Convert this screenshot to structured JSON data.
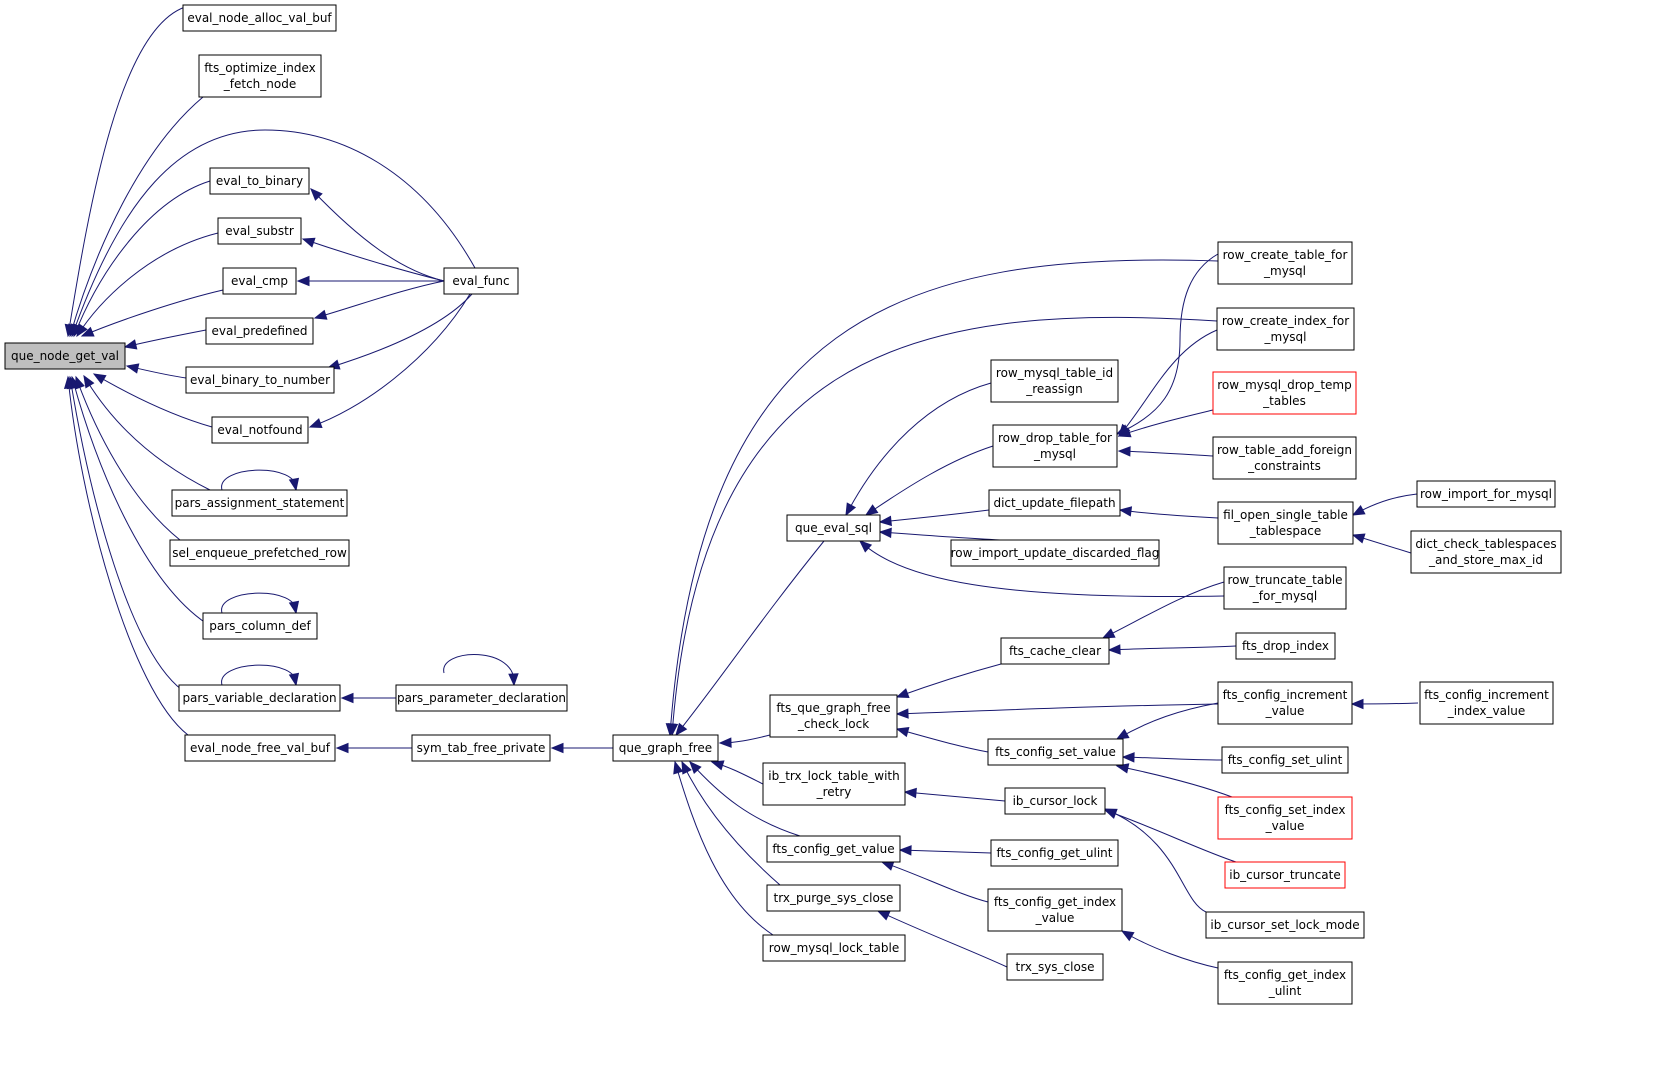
{
  "colors": {
    "edge": "#191970",
    "root_fill": "#bfbfbf",
    "truncated_border": "#ff0000",
    "node_border": "#000000"
  },
  "nodes": {
    "n_root": {
      "lines": [
        "que_node_get_val"
      ],
      "root": true
    },
    "n_alloc": {
      "lines": [
        "eval_node_alloc_val_buf"
      ]
    },
    "n_fts_opt": {
      "lines": [
        "fts_optimize_index",
        "_fetch_node"
      ]
    },
    "n_to_bin": {
      "lines": [
        "eval_to_binary"
      ]
    },
    "n_substr": {
      "lines": [
        "eval_substr"
      ]
    },
    "n_cmp": {
      "lines": [
        "eval_cmp"
      ]
    },
    "n_predef": {
      "lines": [
        "eval_predefined"
      ]
    },
    "n_bin_num": {
      "lines": [
        "eval_binary_to_number"
      ]
    },
    "n_notfound": {
      "lines": [
        "eval_notfound"
      ]
    },
    "n_pars_assign": {
      "lines": [
        "pars_assignment_statement"
      ]
    },
    "n_sel_enq": {
      "lines": [
        "sel_enqueue_prefetched_row"
      ]
    },
    "n_pars_col": {
      "lines": [
        "pars_column_def"
      ]
    },
    "n_pars_var": {
      "lines": [
        "pars_variable_declaration"
      ]
    },
    "n_free_val": {
      "lines": [
        "eval_node_free_val_buf"
      ]
    },
    "n_eval_func": {
      "lines": [
        "eval_func"
      ]
    },
    "n_pars_param": {
      "lines": [
        "pars_parameter_declaration"
      ]
    },
    "n_sym_tab": {
      "lines": [
        "sym_tab_free_private"
      ]
    },
    "n_que_graph": {
      "lines": [
        "que_graph_free"
      ]
    },
    "n_que_eval": {
      "lines": [
        "que_eval_sql"
      ]
    },
    "n_fts_qgf": {
      "lines": [
        "fts_que_graph_free",
        "_check_lock"
      ]
    },
    "n_ib_trx": {
      "lines": [
        "ib_trx_lock_table_with",
        "_retry"
      ]
    },
    "n_fts_cfg_get": {
      "lines": [
        "fts_config_get_value"
      ]
    },
    "n_trx_purge": {
      "lines": [
        "trx_purge_sys_close"
      ]
    },
    "n_row_lock": {
      "lines": [
        "row_mysql_lock_table"
      ]
    },
    "n_row_reassign": {
      "lines": [
        "row_mysql_table_id",
        "_reassign"
      ]
    },
    "n_row_drop": {
      "lines": [
        "row_drop_table_for",
        "_mysql"
      ]
    },
    "n_dict_upd": {
      "lines": [
        "dict_update_filepath"
      ]
    },
    "n_row_imp_upd": {
      "lines": [
        "row_import_update_discarded_flag"
      ]
    },
    "n_fts_cache": {
      "lines": [
        "fts_cache_clear"
      ]
    },
    "n_fts_cfg_set": {
      "lines": [
        "fts_config_set_value"
      ]
    },
    "n_ib_cursor": {
      "lines": [
        "ib_cursor_lock"
      ]
    },
    "n_fts_cfg_get_ulint": {
      "lines": [
        "fts_config_get_ulint"
      ]
    },
    "n_fts_cfg_get_idx": {
      "lines": [
        "fts_config_get_index",
        "_value"
      ]
    },
    "n_trx_sys": {
      "lines": [
        "trx_sys_close"
      ]
    },
    "n_row_create_tbl": {
      "lines": [
        "row_create_table_for",
        "_mysql"
      ]
    },
    "n_row_create_idx": {
      "lines": [
        "row_create_index_for",
        "_mysql"
      ]
    },
    "n_row_drop_temp": {
      "lines": [
        "row_mysql_drop_temp",
        "_tables"
      ],
      "truncated": true
    },
    "n_row_tbl_fk": {
      "lines": [
        "row_table_add_foreign",
        "_constraints"
      ]
    },
    "n_fil_open": {
      "lines": [
        "fil_open_single_table",
        "_tablespace"
      ]
    },
    "n_row_trunc": {
      "lines": [
        "row_truncate_table",
        "_for_mysql"
      ]
    },
    "n_fts_drop_idx": {
      "lines": [
        "fts_drop_index"
      ]
    },
    "n_fts_cfg_inc": {
      "lines": [
        "fts_config_increment",
        "_value"
      ]
    },
    "n_fts_cfg_set_ulint": {
      "lines": [
        "fts_config_set_ulint"
      ]
    },
    "n_fts_cfg_set_idx": {
      "lines": [
        "fts_config_set_index",
        "_value"
      ],
      "truncated": true
    },
    "n_ib_cursor_trunc": {
      "lines": [
        "ib_cursor_truncate"
      ],
      "truncated": true
    },
    "n_ib_cursor_set": {
      "lines": [
        "ib_cursor_set_lock_mode"
      ]
    },
    "n_fts_cfg_get_idx_ulint": {
      "lines": [
        "fts_config_get_index",
        "_ulint"
      ]
    },
    "n_row_import": {
      "lines": [
        "row_import_for_mysql"
      ]
    },
    "n_dict_check": {
      "lines": [
        "dict_check_tablespaces",
        "_and_store_max_id"
      ]
    },
    "n_fts_cfg_inc_idx": {
      "lines": [
        "fts_config_increment",
        "_index_value"
      ]
    }
  }
}
